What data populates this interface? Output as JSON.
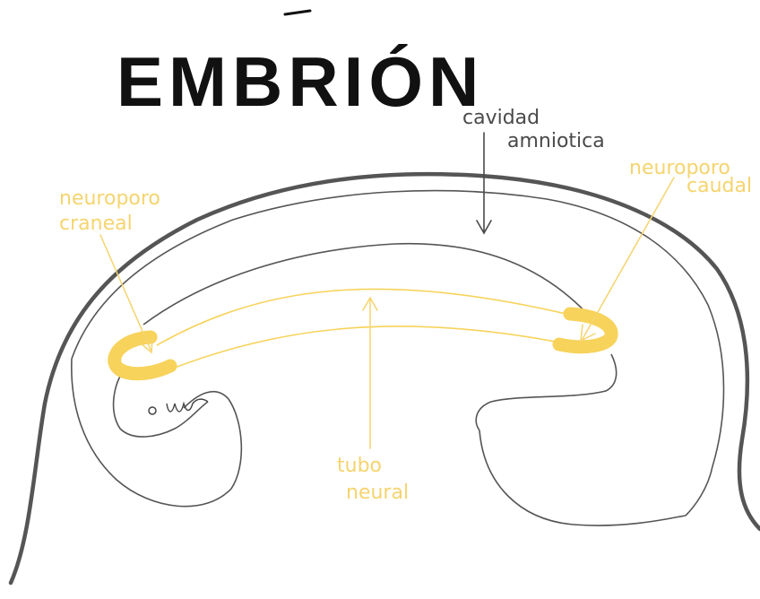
{
  "title": "EMBRIÓN",
  "labels": {
    "amniotic_cavity": [
      "cavidad",
      "amniotica"
    ],
    "cranial_neuropore": [
      "neuroporo",
      "craneal"
    ],
    "caudal_neuropore": [
      "neuroporo",
      "caudal"
    ],
    "neural_tube": [
      "tubo",
      "neural"
    ]
  },
  "colors": {
    "ink": "#111111",
    "outline": "#555555",
    "highlight": "#f7d35c",
    "highlight_light": "#f9dd8a",
    "label_yellow": "#f5d46e",
    "label_gray": "#4a4a4a"
  }
}
